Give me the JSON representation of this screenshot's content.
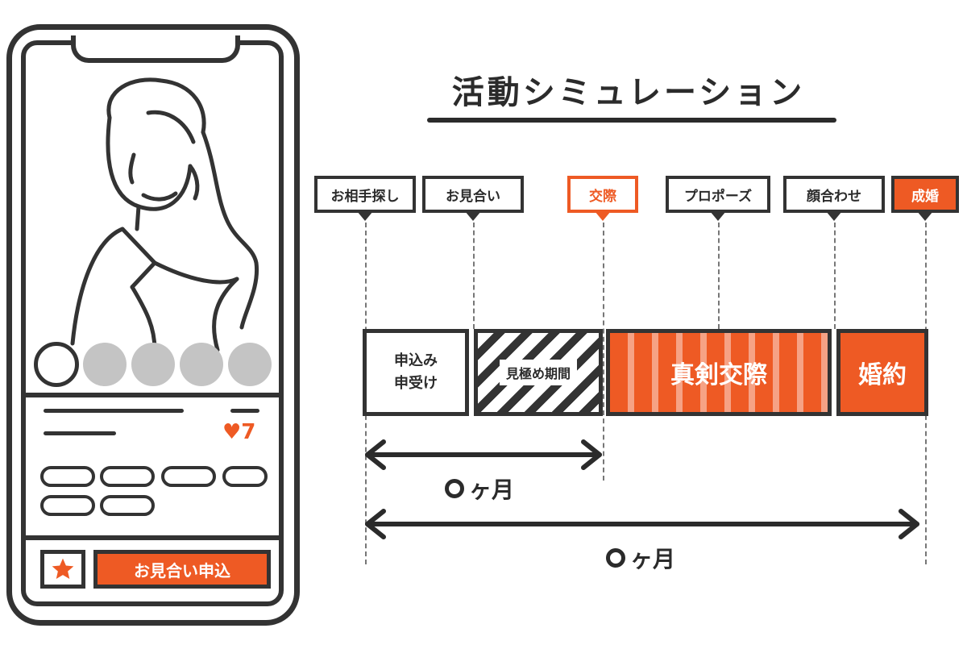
{
  "title": "活動シミュレーション",
  "phone": {
    "likes": "♥7",
    "apply_button": "お見合い申込",
    "favorite_icon": "star-icon",
    "photo_count": 5,
    "colors": {
      "accent": "#ee5a24",
      "dot": "#c4c4c4",
      "line": "#333333"
    }
  },
  "milestones": [
    {
      "label": "お相手探し",
      "style": "plain"
    },
    {
      "label": "お見合い",
      "style": "plain"
    },
    {
      "label": "交際",
      "style": "orange-outline"
    },
    {
      "label": "プロポーズ",
      "style": "plain"
    },
    {
      "label": "顔合わせ",
      "style": "plain"
    },
    {
      "label": "成婚",
      "style": "orange-fill"
    }
  ],
  "phases": [
    {
      "line1": "申込み",
      "line2": "申受け"
    },
    {
      "label": "見極め期間"
    },
    {
      "label": "真剣交際"
    },
    {
      "label": "婚約"
    }
  ],
  "durations": {
    "short": "ヶ月",
    "long": "ヶ月"
  }
}
